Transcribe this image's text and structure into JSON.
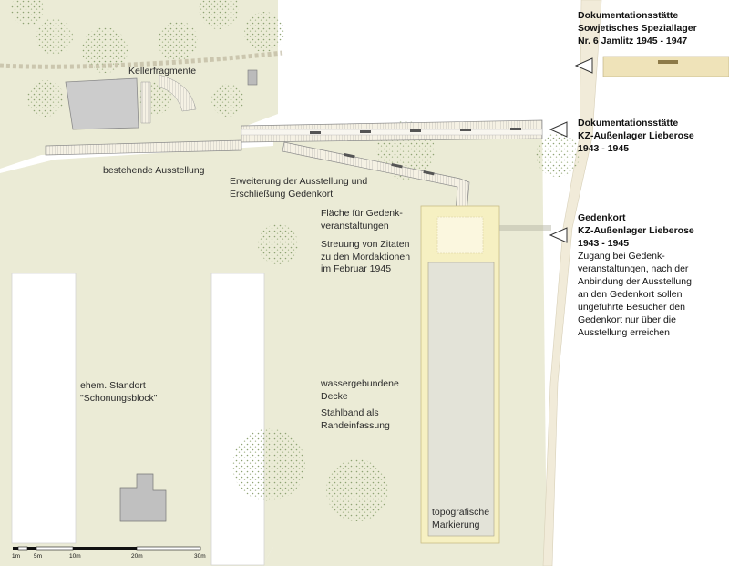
{
  "labels": {
    "kellerfragmente": "Kellerfragmente",
    "bestehende": "bestehende Ausstellung",
    "erweiterung": [
      "Erweiterung der Ausstellung und",
      "Erschließung Gedenkort"
    ],
    "flaeche": [
      "Fläche für Gedenk-",
      "veranstaltungen"
    ],
    "streuung": [
      "Streuung von Zitaten",
      "zu den Mordaktionen",
      "im Februar 1945"
    ],
    "standort": [
      "ehem. Standort",
      "\"Schonungsblock\""
    ],
    "wasser": [
      "wassergebundene",
      "Decke"
    ],
    "stahlband": [
      "Stahlband als",
      "Randeinfassung"
    ],
    "topo": [
      "topografische",
      "Markierung"
    ]
  },
  "sidebar": {
    "doc1": [
      "Dokumentationsstätte",
      "Sowjetisches Speziallager",
      "Nr. 6 Jamlitz 1945 - 1947"
    ],
    "doc2": [
      "Dokumentationsstätte",
      "KZ-Außenlager Lieberose",
      "1943 - 1945"
    ],
    "gedenkort": {
      "title": [
        "Gedenkort",
        "KZ-Außenlager Lieberose",
        "1943 - 1945"
      ],
      "text": [
        "Zugang bei Gedenk-",
        "veranstaltungen, nach der",
        "Anbindung der Ausstellung",
        "an den Gedenkort sollen",
        "ungeführte Besucher den",
        "Gedenkort nur über die",
        "Ausstellung erreichen"
      ]
    }
  },
  "scalebar": [
    "1m",
    "5m",
    "10m",
    "20m",
    "30m"
  ],
  "colors": {
    "ground": "#eeeedd",
    "tree": "#a3b38a",
    "building": "#c8c8c8",
    "highlight": "#f6f0c2",
    "path": "#f2ecdc"
  }
}
